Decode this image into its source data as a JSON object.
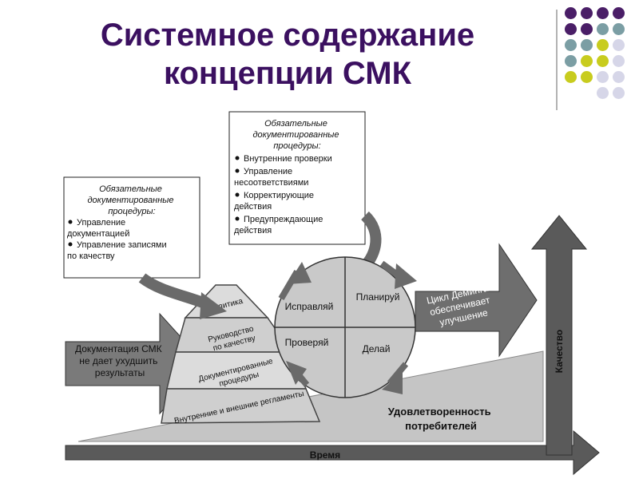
{
  "slide": {
    "title_line1": "Системное содержание",
    "title_line2": "концепции СМК"
  },
  "colors": {
    "title": "#3b1060",
    "dot_purple": "#4a1e67",
    "dot_teal": "#7b9ea4",
    "dot_yellow": "#c8cc1e",
    "dot_lavender": "#d6d6e8"
  },
  "box_left": {
    "heading": [
      "Обязательные",
      "документированные",
      "процедуры:"
    ],
    "items": [
      [
        "Управление",
        "документацией"
      ],
      [
        "Управление записями",
        "по качеству"
      ]
    ]
  },
  "box_top": {
    "heading": [
      "Обязательные",
      "документированные",
      "процедуры:"
    ],
    "items": [
      [
        "Внутренние проверки"
      ],
      [
        "Управление",
        "несоответствиями"
      ],
      [
        "Корректирующие",
        "действия"
      ],
      [
        "Предупреждающие",
        "действия"
      ]
    ]
  },
  "pyramid": {
    "levels": [
      [
        "Политика"
      ],
      [
        "Руководство",
        "по качеству"
      ],
      [
        "Документированные",
        "процедуры"
      ],
      [
        "Внутренние и внешние регламенты"
      ]
    ]
  },
  "pdca": {
    "act": "Исправляй",
    "plan": "Планируй",
    "check": "Проверяй",
    "do": "Делай"
  },
  "arrow_left_text": [
    "Документация СМК",
    "не дает ухудшить",
    "результаты"
  ],
  "arrow_deming_text": [
    "Цикл Деминга",
    "обеспечивает",
    "улучшение"
  ],
  "satisfaction": [
    "Удовлетворенность",
    "потребителей"
  ],
  "axis_time": "Время",
  "axis_quality": "Качество"
}
